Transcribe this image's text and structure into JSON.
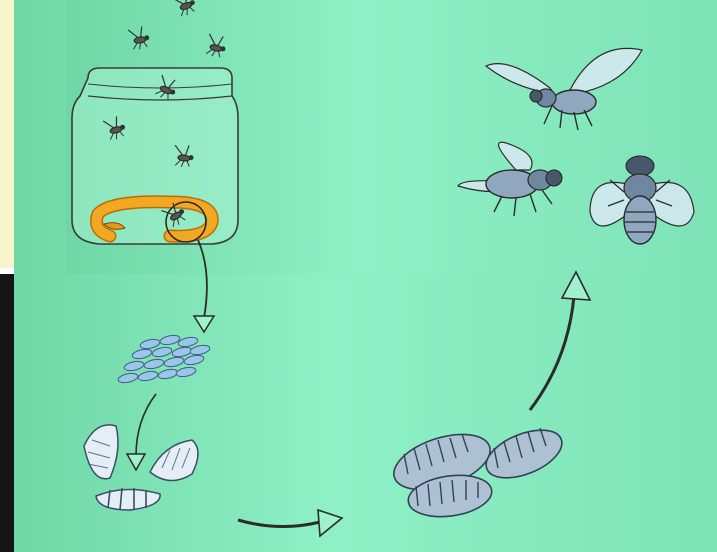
{
  "colors": {
    "background_left": "#6fd7a6",
    "background_center": "#8ff0c6",
    "background_right": "#7de3b6",
    "sticky_note": "#f7f4c9",
    "dark_panel": "#151515",
    "snake": "#f2a822",
    "egg": "#9cc6e8",
    "larva": "#c7d8e6",
    "pupa": "#9db3c8",
    "fly_body": "#8fa7bf",
    "ink": "#2b2b2b"
  },
  "stages": [
    {
      "name": "adult-flies-on-carrion",
      "icon": "jar-with-flies-icon"
    },
    {
      "name": "eggs",
      "icon": "egg-cluster-icon"
    },
    {
      "name": "larvae",
      "icon": "maggot-icon"
    },
    {
      "name": "pupae",
      "icon": "pupa-icon"
    },
    {
      "name": "adult-flies",
      "icon": "fly-icon"
    }
  ]
}
